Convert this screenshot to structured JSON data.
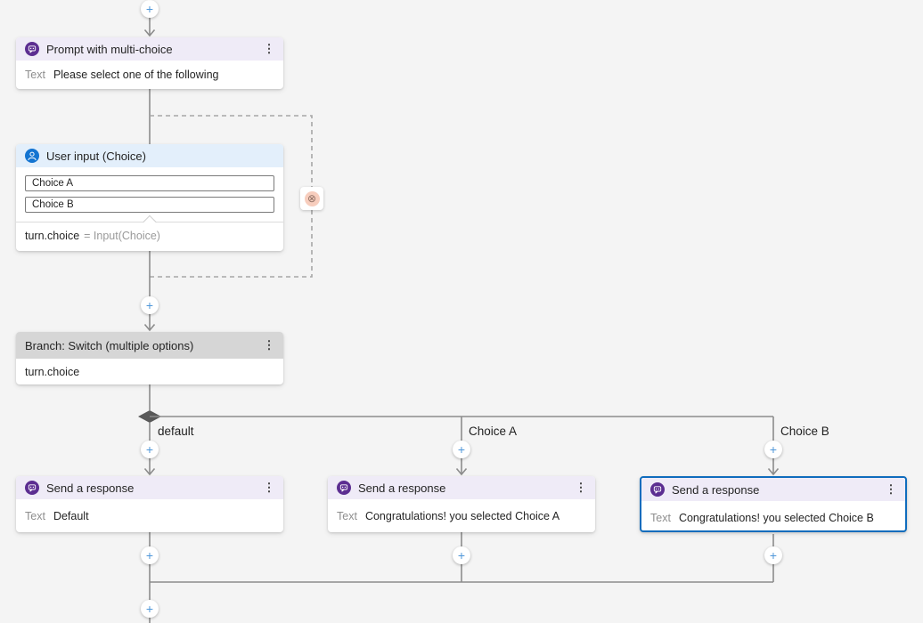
{
  "colors": {
    "canvas_bg": "#f4f4f4",
    "purple_header": "#efebf7",
    "purple_icon": "#5c2e91",
    "blue_header": "#e3effb",
    "blue_icon": "#1374d1",
    "gray_header": "#d6d6d6",
    "selection_blue": "#0f6cbd",
    "connector": "#8c8c8c",
    "dashed": "#a6a6a6",
    "error_badge": "#f7cdbd"
  },
  "icons": {
    "menu": "⋮",
    "plus": "+",
    "loop_error": "⊗"
  },
  "nodes": {
    "prompt": {
      "title": "Prompt with multi-choice",
      "field_label": "Text",
      "field_value": "Please select one of the following"
    },
    "user_input": {
      "title": "User input (Choice)",
      "options": [
        "Choice A",
        "Choice B"
      ],
      "variable": "turn.choice",
      "assignment": "= Input(Choice)"
    },
    "branch": {
      "title": "Branch: Switch (multiple options)",
      "condition": "turn.choice"
    },
    "send_default": {
      "title": "Send a response",
      "field_label": "Text",
      "field_value": "Default"
    },
    "send_choice_a": {
      "title": "Send a response",
      "field_label": "Text",
      "field_value": "Congratulations! you selected Choice A"
    },
    "send_choice_b": {
      "title": "Send a response",
      "field_label": "Text",
      "field_value": "Congratulations! you selected Choice B",
      "selected": true
    }
  },
  "branches": {
    "labels": [
      "default",
      "Choice A",
      "Choice B"
    ]
  }
}
